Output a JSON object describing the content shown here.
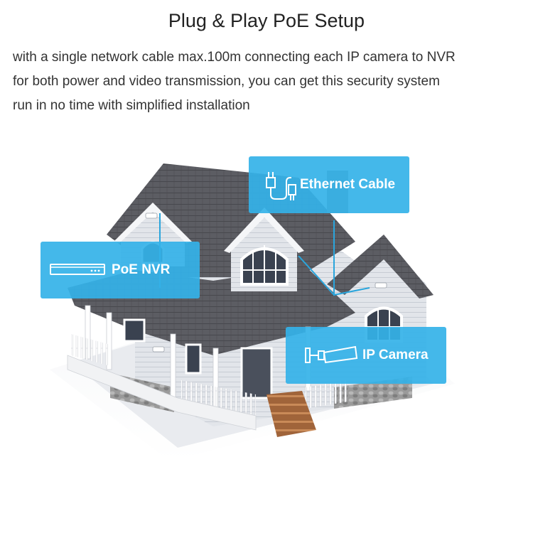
{
  "header": {
    "title": "Plug & Play PoE Setup",
    "description_lines": [
      "with a single network cable max.100m connecting each IP camera to NVR",
      "for both power and video transmission, you can get this security system",
      "run in no time with simplified installation"
    ]
  },
  "callouts": {
    "ethernet": {
      "label": "Ethernet Cable",
      "icon": "ethernet-plug-icon"
    },
    "nvr": {
      "label": "PoE NVR",
      "icon": "nvr-recorder-icon"
    },
    "camera": {
      "label": "IP Camera",
      "icon": "bullet-camera-icon"
    }
  },
  "colors": {
    "accent": "#34b2e8",
    "roof": "#5a5a60",
    "siding": "#dfe2e8",
    "trim": "#ffffff",
    "stone": "#8f8f8f"
  }
}
